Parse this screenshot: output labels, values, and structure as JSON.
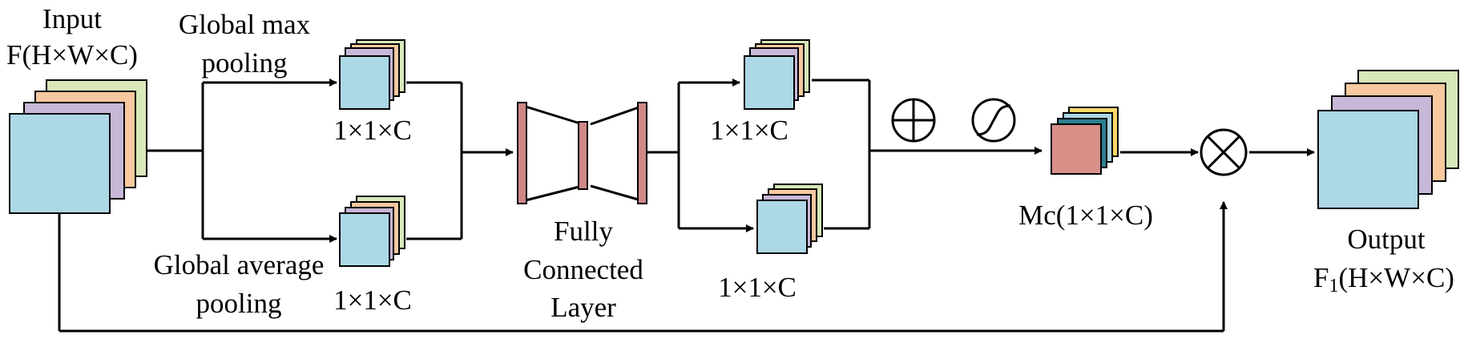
{
  "labels": {
    "input_title": "Input",
    "input_dims": "F(H×W×C)",
    "max_pool_1": "Global max",
    "max_pool_2": "pooling",
    "avg_pool_1": "Global average",
    "avg_pool_2": "pooling",
    "max_pool_dims": "1×1×C",
    "avg_pool_dims": "1×1×C",
    "fc_1": "Fully",
    "fc_2": "Connected",
    "fc_3": "Layer",
    "fc_out_top_dims": "1×1×C",
    "fc_out_bottom_dims": "1×1×C",
    "attention_map": "Mc(1×1×C)",
    "output_title": "Output",
    "output_dims_prefix": "F",
    "output_dims_sub": "1",
    "output_dims_suffix": "(H×W×C)"
  },
  "colors": {
    "blue": "#add8e6",
    "purple": "#c8b8d8",
    "orange": "#f8c8a0",
    "green": "#d8e8b8",
    "fc_bar": "#d08888",
    "attention_front": "#d89088",
    "teal": "#2e7f8f",
    "yellow": "#ffd966"
  },
  "icons": {
    "sum": "circle-plus-icon",
    "sigmoid": "sigmoid-curve-icon",
    "multiply": "circle-times-icon"
  }
}
